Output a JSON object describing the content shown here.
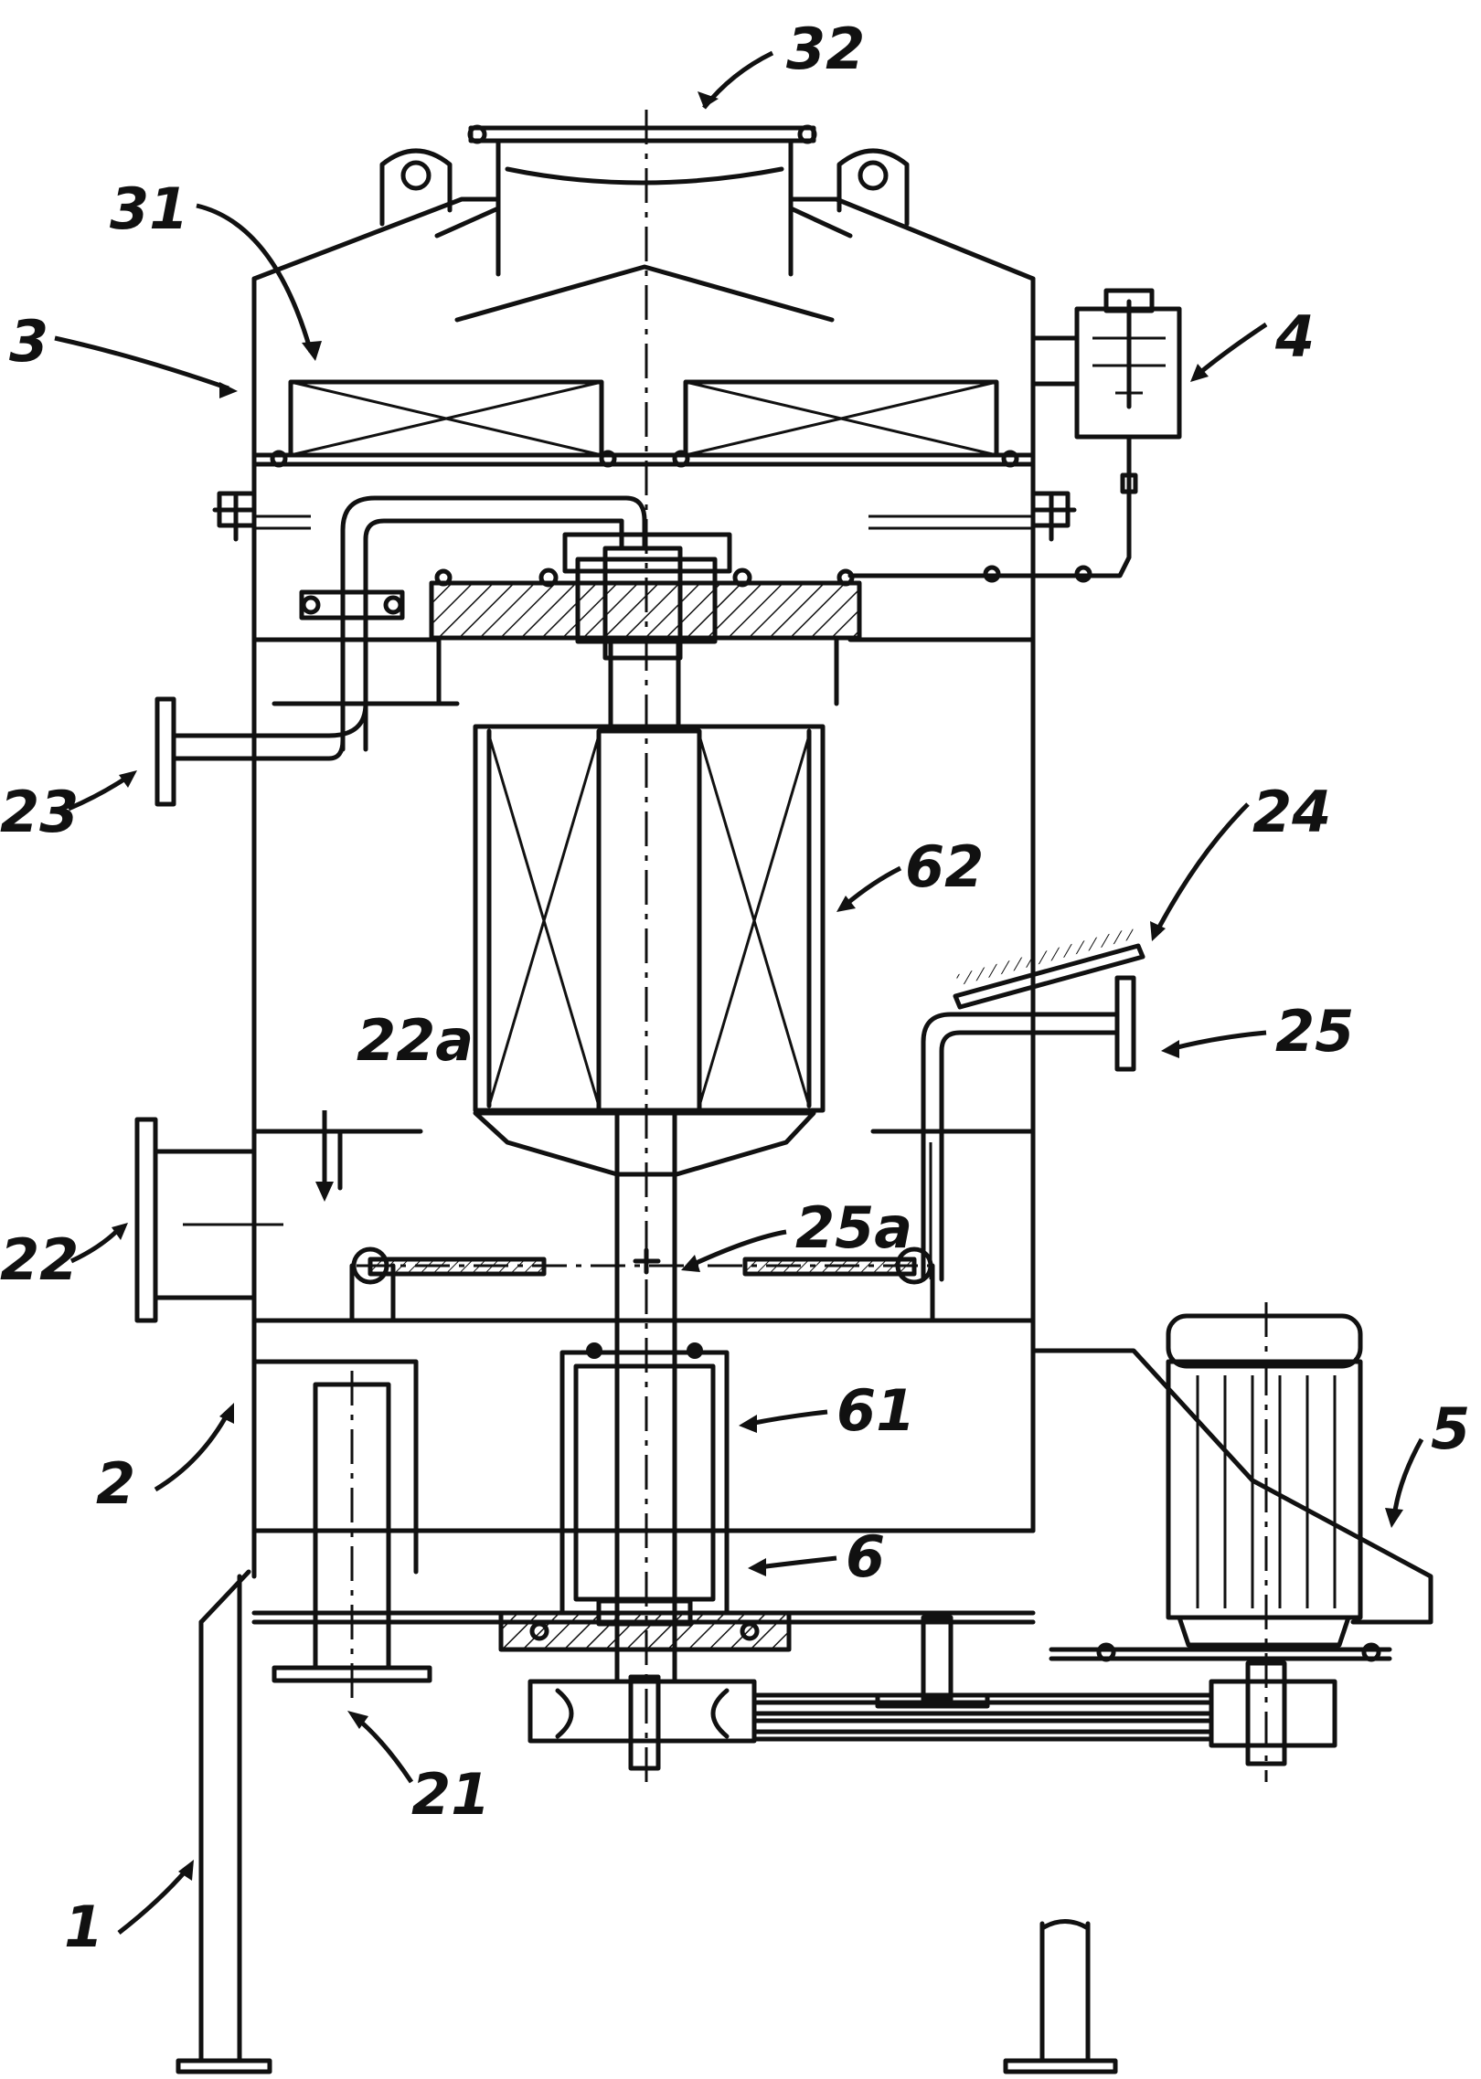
{
  "labels": {
    "l1": "1",
    "l2": "2",
    "l3": "3",
    "l4": "4",
    "l5": "5",
    "l6": "6",
    "l21": "21",
    "l22": "22",
    "l22a": "22a",
    "l23": "23",
    "l24": "24",
    "l25": "25",
    "l25a": "25a",
    "l31": "31",
    "l32": "32",
    "l61": "61",
    "l62": "62"
  }
}
